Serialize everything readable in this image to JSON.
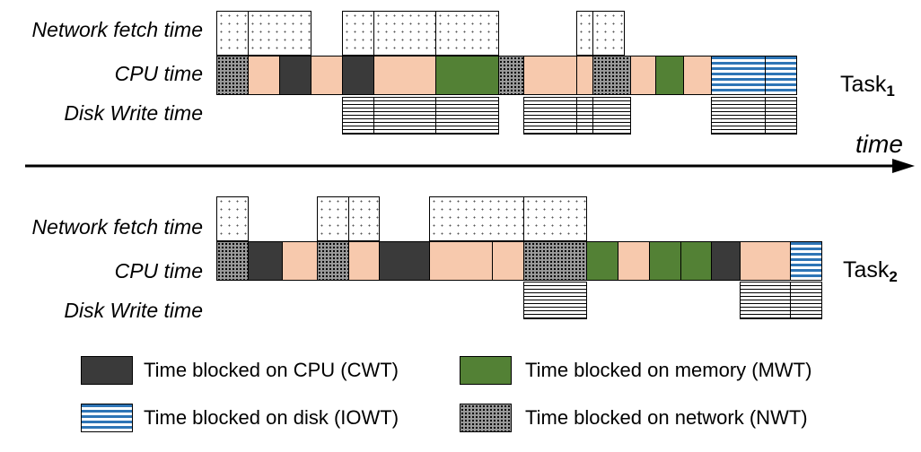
{
  "rows": {
    "network": "Network fetch time",
    "cpu": "CPU time",
    "disk": "Disk Write time"
  },
  "time_label": "time",
  "tasks": [
    {
      "name": "Task",
      "subscript": "1",
      "network": [
        [
          0,
          1
        ],
        [
          1,
          3
        ],
        [
          4,
          5
        ],
        [
          5,
          7
        ],
        [
          7,
          9
        ],
        [
          11.5,
          12
        ],
        [
          12,
          13
        ]
      ],
      "cpu": [
        [
          "nwt",
          0,
          1
        ],
        [
          "run",
          0.5,
          0.5
        ],
        [
          "run",
          1,
          2
        ],
        [
          "cwt",
          2,
          3
        ],
        [
          "run",
          3,
          4
        ],
        [
          "cwt",
          4,
          5
        ],
        [
          "run",
          5,
          7
        ],
        [
          "mwt",
          7,
          9
        ],
        [
          "nwt",
          9,
          9.8
        ],
        [
          "run",
          9.8,
          11.5
        ],
        [
          "run",
          11.5,
          12
        ],
        [
          "nwt",
          12,
          13.2
        ],
        [
          "run",
          13.2,
          14
        ],
        [
          "mwt",
          14,
          14.9
        ],
        [
          "run",
          14.9,
          15.8
        ],
        [
          "iowt",
          15.8,
          17.5
        ],
        [
          "iowt",
          17.5,
          18.5
        ]
      ],
      "disk": [
        [
          4,
          5
        ],
        [
          5,
          7
        ],
        [
          7,
          9
        ],
        [
          9.8,
          11.5
        ],
        [
          11.5,
          12
        ],
        [
          12,
          13.2
        ],
        [
          15.8,
          17.5
        ],
        [
          17.5,
          18.5
        ]
      ]
    },
    {
      "name": "Task",
      "subscript": "2",
      "network": [
        [
          0,
          1
        ],
        [
          3.2,
          4.2
        ],
        [
          4.2,
          5.2
        ],
        [
          6.8,
          9.8
        ],
        [
          9.8,
          11.8
        ]
      ],
      "cpu": [
        [
          "nwt",
          0,
          1
        ],
        [
          "cwt",
          1,
          2.1
        ],
        [
          "run",
          2.1,
          3.2
        ],
        [
          "nwt",
          3.2,
          4.2
        ],
        [
          "run",
          4.2,
          5.2
        ],
        [
          "cwt",
          5.2,
          6.8
        ],
        [
          "run",
          6.8,
          8.8
        ],
        [
          "run",
          8.8,
          9.8
        ],
        [
          "nwt",
          9.8,
          11.8
        ],
        [
          "mwt",
          11.8,
          12.8
        ],
        [
          "run",
          12.8,
          13.8
        ],
        [
          "mwt",
          13.8,
          14.8
        ],
        [
          "mwt",
          14.8,
          15.8
        ],
        [
          "cwt",
          15.8,
          16.7
        ],
        [
          "run",
          16.7,
          18.3
        ],
        [
          "iowt",
          18.3,
          19.3
        ]
      ],
      "disk": [
        [
          9.8,
          11.8
        ],
        [
          16.7,
          18.3
        ],
        [
          18.3,
          19.3
        ]
      ]
    }
  ],
  "legend": [
    {
      "kind": "cwt",
      "label": "Time blocked on CPU (CWT)"
    },
    {
      "kind": "mwt",
      "label": "Time blocked on memory (MWT)"
    },
    {
      "kind": "iowt",
      "label": "Time blocked on disk (IOWT)"
    },
    {
      "kind": "nwt",
      "label": "Time blocked on network (NWT)"
    }
  ],
  "colors": {
    "cpu_running": "#f7c9ad",
    "cwt": "#3a3a3a",
    "mwt": "#538135",
    "iowt": "#2e75b6",
    "nwt": "#9a9a9a"
  }
}
